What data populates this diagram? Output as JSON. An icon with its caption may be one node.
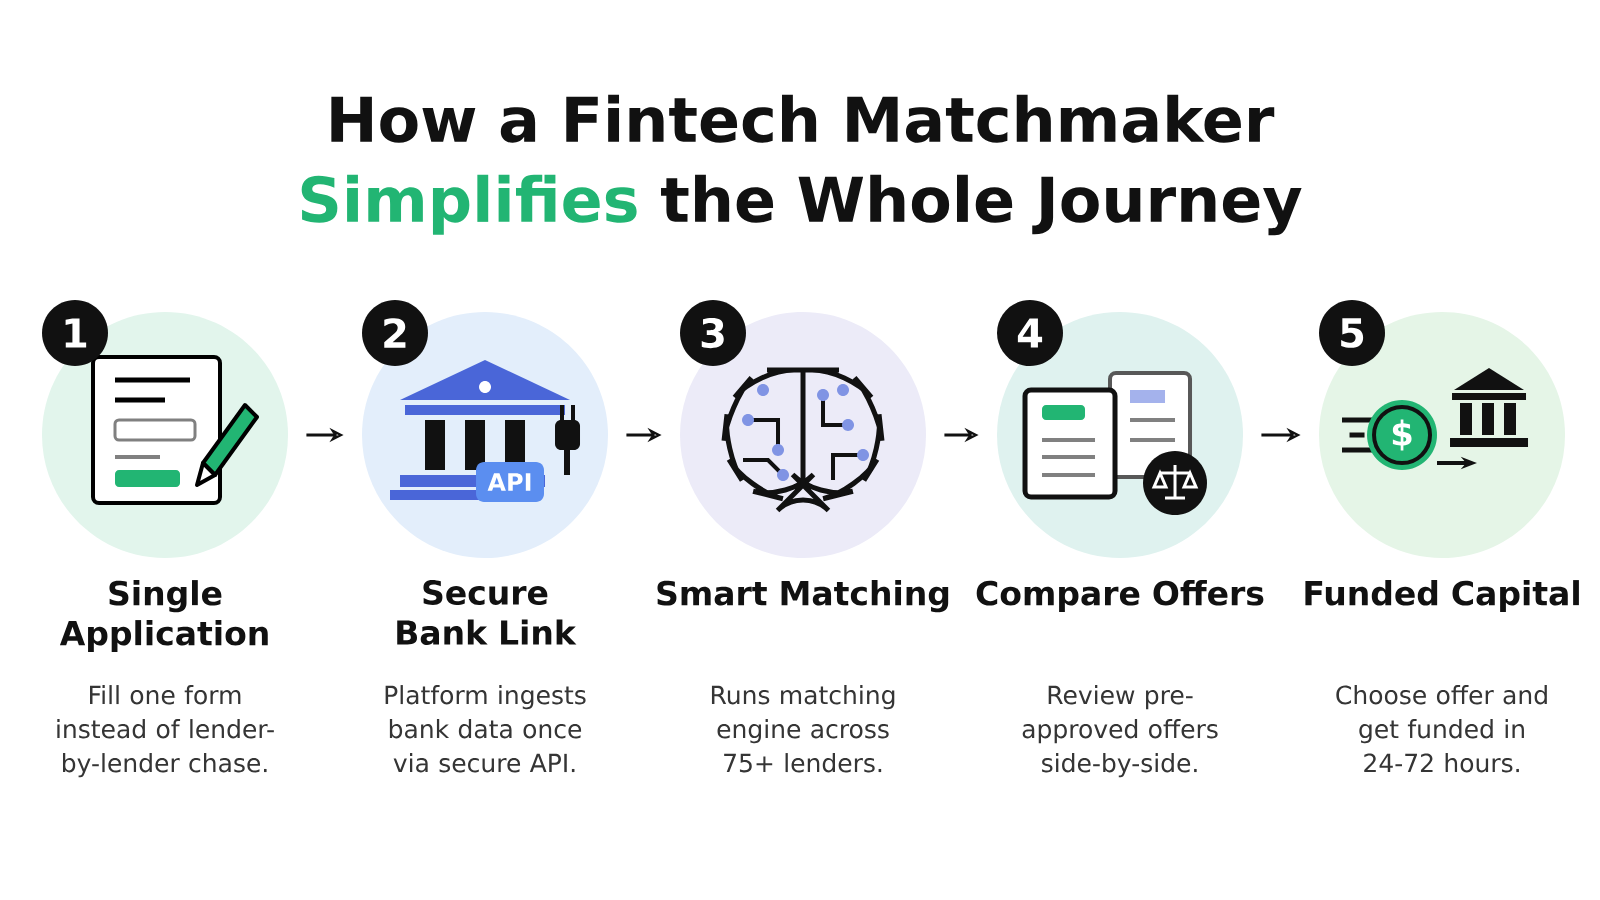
{
  "diagram": {
    "title": "How a Fintech Matchmaker **Simplifies** the Whole Journey",
    "nodes": [
      {
        "text": [
          "1",
          "Single Application",
          "Fill one form instead of lender-by-lender chase."
        ]
      },
      {
        "text": [
          "2",
          "Secure Bank Link",
          "Platform ingests bank data once via secure API."
        ]
      },
      {
        "text": [
          "3",
          "Smart Matching",
          "Runs matching engine across 75+ lenders."
        ]
      },
      {
        "text": [
          "4",
          "Compare Offers",
          "Review pre-approved offers side-by-side."
        ]
      },
      {
        "text": [
          "5",
          "Funded Capital",
          "Choose offer and get funded in 24-72 hours."
        ]
      }
    ],
    "edges": [
      {
        "from": 0,
        "to": 1,
        "arrow": "to"
      },
      {
        "from": 1,
        "to": 2,
        "arrow": "to"
      },
      {
        "from": 2,
        "to": 3,
        "arrow": "to"
      },
      {
        "from": 3,
        "to": 4,
        "arrow": "to"
      }
    ],
    "labels": [
      "API",
      "$"
    ]
  }
}
